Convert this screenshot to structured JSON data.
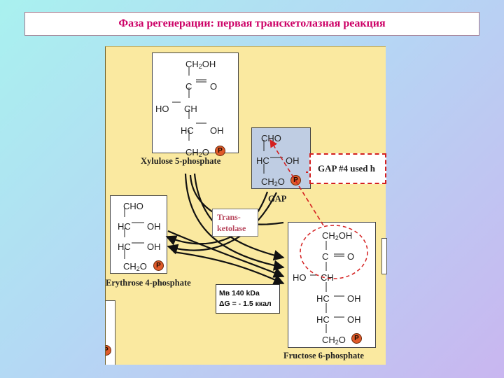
{
  "title": "Фаза регенерации: первая транскетолазная реакция",
  "xylulose": {
    "rows": [
      "CH2OH",
      "C",
      "O",
      "HO",
      "CH",
      "HC",
      "OH",
      "CH2O"
    ],
    "label": "Xylulose 5-phosphate"
  },
  "gap": {
    "rows": [
      "CHO",
      "HC",
      "OH",
      "CH2O"
    ],
    "label": "GAP"
  },
  "erythrose": {
    "rows": [
      "CHO",
      "HC",
      "OH",
      "HC",
      "OH",
      "CH2O"
    ],
    "label": "Erythrose 4-phosphate"
  },
  "fructose": {
    "rows": [
      "CH2OH",
      "C",
      "O",
      "HO",
      "CH",
      "HC",
      "OH",
      "HC",
      "OH",
      "CH2O"
    ],
    "label": "Fructose 6-phosphate"
  },
  "phosphate_symbol": "P",
  "enzyme": {
    "line1": "Trans-",
    "line2": "ketolase"
  },
  "gap_note": "GAP #4 used h",
  "info": {
    "line1": "Mв 140 kDa",
    "line2": "ΔG = - 1.5 ккал"
  },
  "colors": {
    "title": "#cc0066",
    "panel": "#fae9a0",
    "enzyme_text": "#b8485e",
    "phosphate": "#e05a2a",
    "highlight": "#d42020",
    "gap_box": "#bfcde3"
  }
}
